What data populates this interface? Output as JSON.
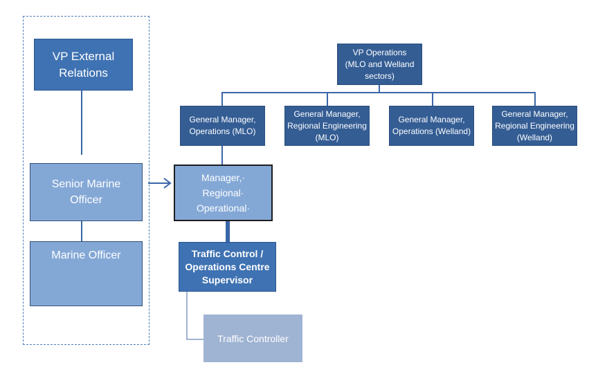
{
  "left_group": {
    "vp_external": [
      "VP External",
      "Relations"
    ],
    "senior_marine": [
      "Senior Marine",
      "Officer"
    ],
    "marine_officer": "Marine Officer"
  },
  "right_group": {
    "vp_operations": [
      "VP Operations",
      "(MLO and Welland",
      "sectors)"
    ],
    "gm_ops_mlo": [
      "General Manager,",
      "Operations (MLO)"
    ],
    "gm_eng_mlo": [
      "General Manager,",
      "Regional Engineering",
      "(MLO)"
    ],
    "gm_ops_welland": [
      "General Manager,",
      "Operations (Welland)"
    ],
    "gm_eng_welland": [
      "General Manager,",
      "Regional Engineering",
      "(Welland)"
    ],
    "manager_regional": [
      "Manager,·",
      "Regional·",
      "Operational·"
    ],
    "traffic_supervisor": [
      "Traffic Control /",
      "Operations Centre",
      "Supervisor"
    ],
    "traffic_controller": "Traffic Controller"
  },
  "colors": {
    "dark_box": "#345d94",
    "mid_box": "#3f72b2",
    "light_box": "#84a8d6",
    "pale_box": "#9fb3d3",
    "connector": "#3a66a8"
  }
}
